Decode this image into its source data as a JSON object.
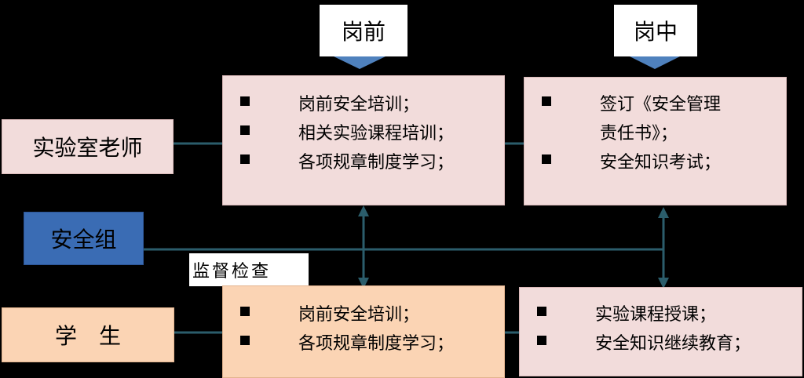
{
  "headers": {
    "pre": "岗前",
    "mid": "岗中"
  },
  "roles": {
    "teacher": "实验室老师",
    "safety_group": "安全组",
    "student": "学　生"
  },
  "supervise_label": "监督检查",
  "teacher_pre": [
    "岗前安全培训；",
    "相关实验课程培训；",
    "各项规章制度学习；"
  ],
  "teacher_mid": [
    "签订《安全管理",
    "责任书》；",
    "安全知识考试；"
  ],
  "student_pre": [
    "岗前安全培训；",
    "各项规章制度学习；"
  ],
  "student_mid": [
    "实验课程授课；",
    "安全知识继续教育；"
  ],
  "colors": {
    "pink": "#f2dcdb",
    "peach": "#fbd4b4",
    "blue": "#3a6cb4",
    "arrow": "#4f81bd",
    "line": "#2b5d6b"
  }
}
